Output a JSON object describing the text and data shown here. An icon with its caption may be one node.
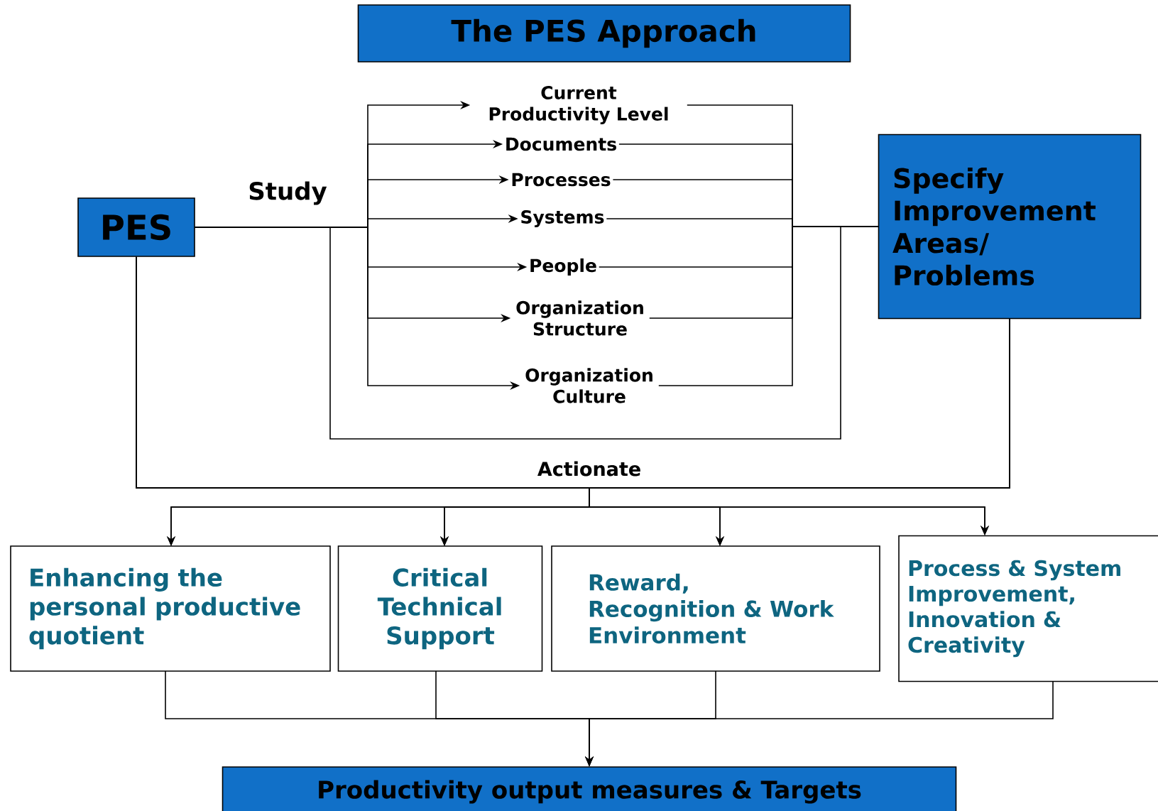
{
  "diagram": {
    "title": "The PES Approach",
    "nodes": [
      {
        "text": [
          "PES"
        ]
      },
      {
        "text": [
          "Current Productivity Level"
        ]
      },
      {
        "text": [
          "Documents"
        ]
      },
      {
        "text": [
          "Processes"
        ]
      },
      {
        "text": [
          "Systems"
        ]
      },
      {
        "text": [
          "People"
        ]
      },
      {
        "text": [
          "Organization Structure"
        ]
      },
      {
        "text": [
          "Organization Culture"
        ]
      },
      {
        "text": [
          "Specify Improvement Areas/ Problems"
        ]
      },
      {
        "text": [
          "Enhancing the personal productive quotient"
        ]
      },
      {
        "text": [
          "Critical Technical Support"
        ]
      },
      {
        "text": [
          "Reward, Recognition & Work Environment"
        ]
      },
      {
        "text": [
          "Process & System Improvement, Innovation & Creativity"
        ]
      },
      {
        "text": [
          "Productivity output measures & Targets"
        ]
      }
    ],
    "edges": [
      {
        "from": 0,
        "to": 1,
        "arrow": "to",
        "label": "Study"
      },
      {
        "from": 0,
        "to": 2,
        "arrow": "to"
      },
      {
        "from": 0,
        "to": 3,
        "arrow": "to"
      },
      {
        "from": 0,
        "to": 4,
        "arrow": "to"
      },
      {
        "from": 0,
        "to": 5,
        "arrow": "to"
      },
      {
        "from": 0,
        "to": 6,
        "arrow": "to"
      },
      {
        "from": 0,
        "to": 7,
        "arrow": "to"
      },
      {
        "from": 1,
        "to": 8,
        "arrow": "none"
      },
      {
        "from": 2,
        "to": 8,
        "arrow": "none"
      },
      {
        "from": 3,
        "to": 8,
        "arrow": "none"
      },
      {
        "from": 4,
        "to": 8,
        "arrow": "none"
      },
      {
        "from": 5,
        "to": 8,
        "arrow": "none"
      },
      {
        "from": 6,
        "to": 8,
        "arrow": "none"
      },
      {
        "from": 7,
        "to": 8,
        "arrow": "none"
      },
      {
        "from": 0,
        "to": 8,
        "arrow": "none"
      },
      {
        "from": 0,
        "to": 9,
        "arrow": "to",
        "label": "Actionate"
      },
      {
        "from": 0,
        "to": 10,
        "arrow": "to"
      },
      {
        "from": 0,
        "to": 11,
        "arrow": "to"
      },
      {
        "from": 0,
        "to": 12,
        "arrow": "to"
      },
      {
        "from": 8,
        "to": 9,
        "arrow": "to"
      },
      {
        "from": 8,
        "to": 10,
        "arrow": "to"
      },
      {
        "from": 8,
        "to": 11,
        "arrow": "to"
      },
      {
        "from": 8,
        "to": 12,
        "arrow": "to"
      },
      {
        "from": 9,
        "to": 13,
        "arrow": "to"
      },
      {
        "from": 10,
        "to": 13,
        "arrow": "to"
      },
      {
        "from": 11,
        "to": 13,
        "arrow": "to"
      },
      {
        "from": 12,
        "to": 13,
        "arrow": "to"
      }
    ]
  }
}
